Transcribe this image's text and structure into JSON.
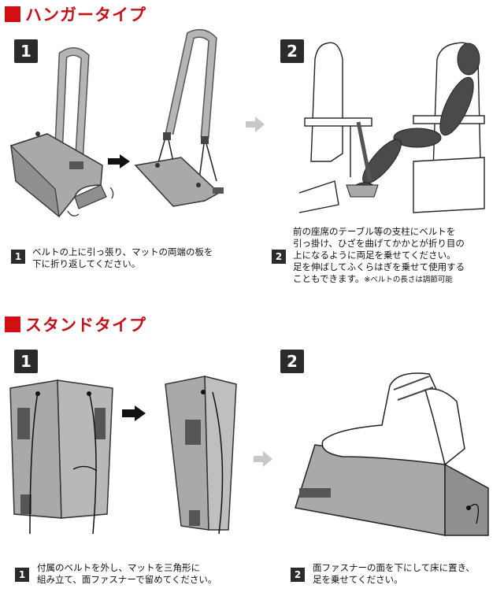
{
  "hanger": {
    "title": "ハンガータイプ",
    "step1": {
      "num": "1",
      "lines": [
        "ベルトの上に引っ張り、マットの両端の板を",
        "下に折り返してください。"
      ]
    },
    "step2": {
      "num": "2",
      "lines": [
        "前の座席のテーブル等の支柱にベルトを",
        "引っ掛け、ひざを曲げてかかとが折り目の",
        "上になるように両足を乗せてください。",
        "足を伸ばしてふくらはぎを乗せて使用する"
      ],
      "last_line": "こともできます。",
      "note": "※ベルトの長さは調節可能"
    }
  },
  "stand": {
    "title": "スタンドタイプ",
    "step1": {
      "num": "1",
      "lines": [
        "付属のベルトを外し、マットを三角形に",
        "組み立て、面ファスナーで留めてください。"
      ]
    },
    "step2": {
      "num": "2",
      "lines": [
        "面ファスナーの面を下にして床に置き、",
        "足を乗せてください。"
      ]
    }
  },
  "colors": {
    "accent": "#d40f14",
    "box": "#2b2b2b",
    "mat": "#a9a9a9",
    "arrow_gray": "#c8c8c8"
  }
}
